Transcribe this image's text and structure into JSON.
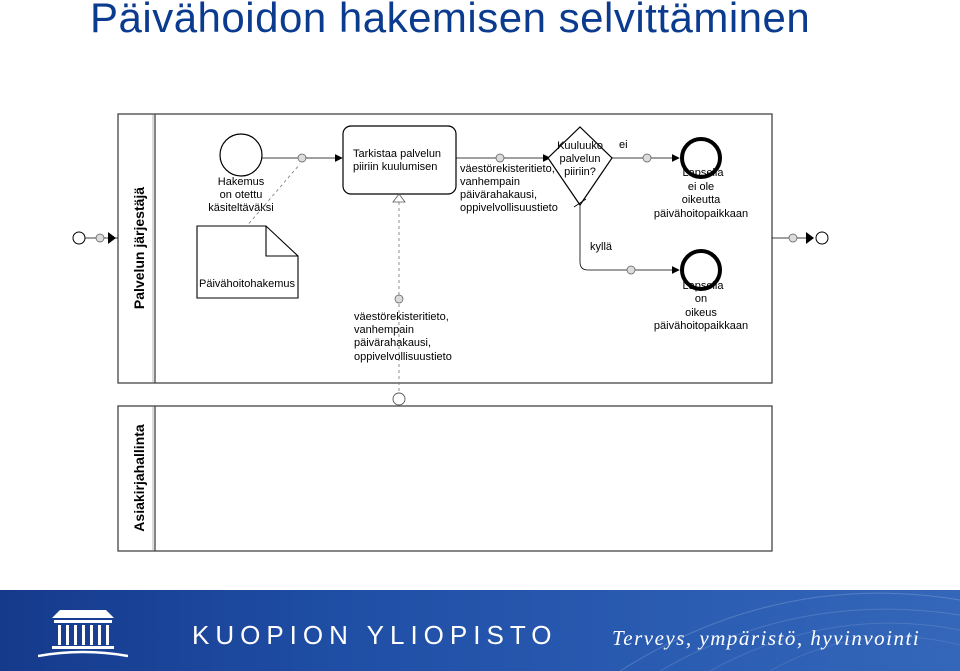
{
  "page": {
    "title": "Päivähoidon hakemisen selvittäminen"
  },
  "lanes": [
    {
      "label": "Palvelun järjestäjä"
    },
    {
      "label": "Asiakirjahallinta"
    }
  ],
  "nodes": {
    "start_event": {
      "label_lines": [
        "Hakemus",
        "on otettu",
        "käsiteltäväksi"
      ]
    },
    "document": {
      "label": "Päivähoitohakemus"
    },
    "task": {
      "label_lines": [
        "Tarkistaa palvelun",
        "piiriin kuulumisen"
      ]
    },
    "gateway": {
      "label_lines": [
        "Kuuluuko",
        "palvelun",
        "piiriin?"
      ]
    },
    "end_no": {
      "label_lines": [
        "Lapsella",
        "ei ole",
        "oikeutta",
        "päivähoitopaikkaan"
      ]
    },
    "end_yes": {
      "label_lines": [
        "Lapsella",
        "on",
        "oikeus",
        "päivähoitopaikkaan"
      ]
    }
  },
  "flows": {
    "data_task_gateway": {
      "label_lines": [
        "väestörekisteritieto,",
        "vanhempain",
        "päivärahakausi,",
        "oppivelvollisuustieto"
      ]
    },
    "data_records": {
      "label_lines": [
        "väestörekisteritieto,",
        "vanhempain",
        "päivärahakausi,",
        "oppivelvollisuustieto"
      ]
    },
    "branch_no": {
      "label": "ei"
    },
    "branch_yes": {
      "label": "kyllä"
    }
  },
  "footer": {
    "university": "KUOPION YLIOPISTO",
    "slogan": "Terveys, ympäristö, hyvinvointi",
    "colors": {
      "background": "#1f4ea5",
      "text": "#ffffff"
    }
  },
  "colors": {
    "title": "#0a3b8f",
    "lines": "#000000",
    "marker_fill": "#dcdcdc"
  }
}
